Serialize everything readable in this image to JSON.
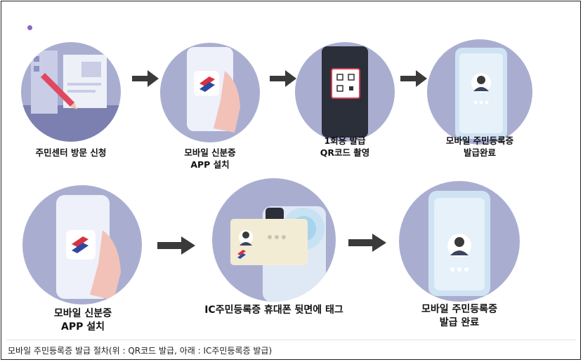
{
  "steps_top": [
    {
      "label": "주민센터 방문 신청"
    },
    {
      "label": "모바일 신분증\nAPP 설치"
    },
    {
      "label": "1회용 발급\nQR코드 촬영"
    },
    {
      "label": "모바일 주민등록증\n발급완료"
    }
  ],
  "steps_bottom": [
    {
      "label": "모바일 신분증\nAPP 설치"
    },
    {
      "label": "IC주민등록증 휴대폰 뒷면에 태그"
    },
    {
      "label": "모바일 주민등록증\n발급 완료"
    }
  ],
  "caption": "모바일 주민등록증 발급 절차(위 : QR코드 발급, 아래 : IC주민등록증 발급)",
  "colors": {
    "circle": "#a9aed1",
    "arrow": "#3a3a3a",
    "accent_dot": "#8a67c2",
    "card": "#f3ecd5"
  }
}
